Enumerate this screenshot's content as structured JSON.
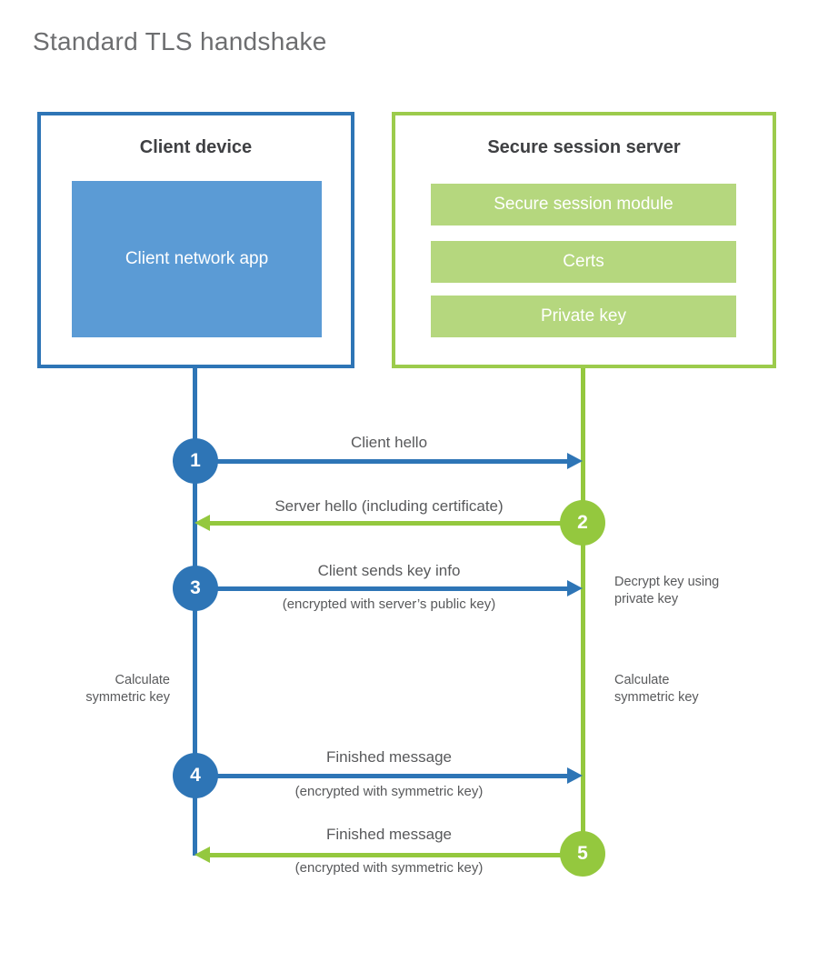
{
  "title": "Standard TLS handshake",
  "client": {
    "title": "Client device",
    "app": "Client network app"
  },
  "server": {
    "title": "Secure session server",
    "modules": [
      "Secure session module",
      "Certs",
      "Private key"
    ]
  },
  "messages": [
    {
      "step": "1",
      "label": "Client hello",
      "sublabel": "",
      "direction": "client-to-server"
    },
    {
      "step": "2",
      "label": "Server hello (including certificate)",
      "sublabel": "",
      "direction": "server-to-client"
    },
    {
      "step": "3",
      "label": "Client sends key info",
      "sublabel": "(encrypted with server’s public key)",
      "direction": "client-to-server"
    },
    {
      "step": "4",
      "label": "Finished message",
      "sublabel": "(encrypted with symmetric key)",
      "direction": "client-to-server"
    },
    {
      "step": "5",
      "label": "Finished message",
      "sublabel": "(encrypted with symmetric key)",
      "direction": "server-to-client"
    }
  ],
  "annotations": {
    "decrypt_key": "Decrypt key using\nprivate key",
    "calculate_left": "Calculate\nsymmetric key",
    "calculate_right": "Calculate\nsymmetric key"
  },
  "colors": {
    "blue": "#2e75b6",
    "blue_fill": "#5b9bd5",
    "green": "#94c83e",
    "green_border": "#9ccb4c",
    "green_fill": "#b5d77e",
    "heading_text": "#3f4043",
    "label_text": "#58595b",
    "title_text": "#6d6e70"
  }
}
